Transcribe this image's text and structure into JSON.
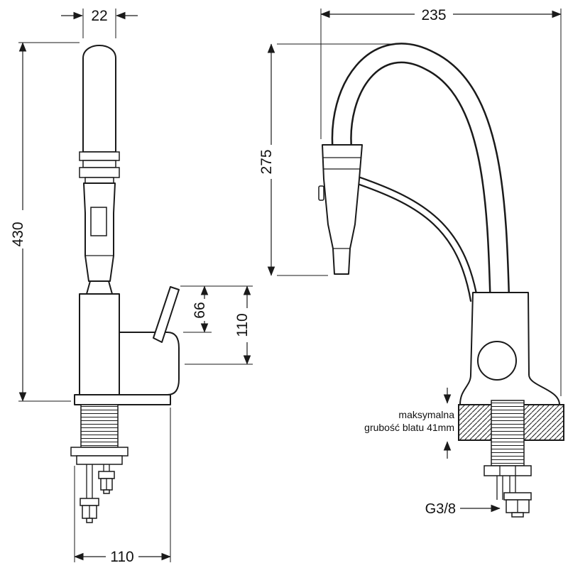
{
  "drawing": {
    "left_view": {
      "dims": {
        "neck_width": "22",
        "total_height": "430",
        "lever_rise": "66",
        "handle_height": "110",
        "base_width": "110"
      }
    },
    "right_view": {
      "dims": {
        "depth": "235",
        "spout_height": "275"
      },
      "countertop_note": {
        "line1": "maksymalna",
        "line2": "grubość blatu 41mm"
      },
      "connector_label": "G3/8"
    },
    "colors": {
      "line": "#1a1a1a",
      "background": "#ffffff"
    }
  }
}
